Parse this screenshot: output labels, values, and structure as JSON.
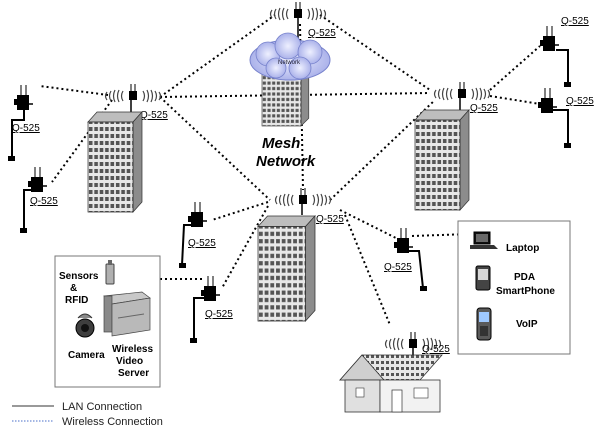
{
  "center_label": [
    "Mesh",
    "Network"
  ],
  "node_label": "Q-525",
  "network_cloud_label": "Network",
  "devices_box": {
    "items": [
      "Laptop",
      "PDA",
      "SmartPhone",
      "VoIP"
    ]
  },
  "sensors_box": {
    "sensors_label": [
      "Sensors",
      "&",
      "RFID"
    ],
    "camera_label": "Camera",
    "video_server_label": [
      "Wireless",
      "Video",
      "Server"
    ]
  },
  "legend": {
    "lan": "LAN Connection",
    "wireless": "Wireless Connection"
  }
}
